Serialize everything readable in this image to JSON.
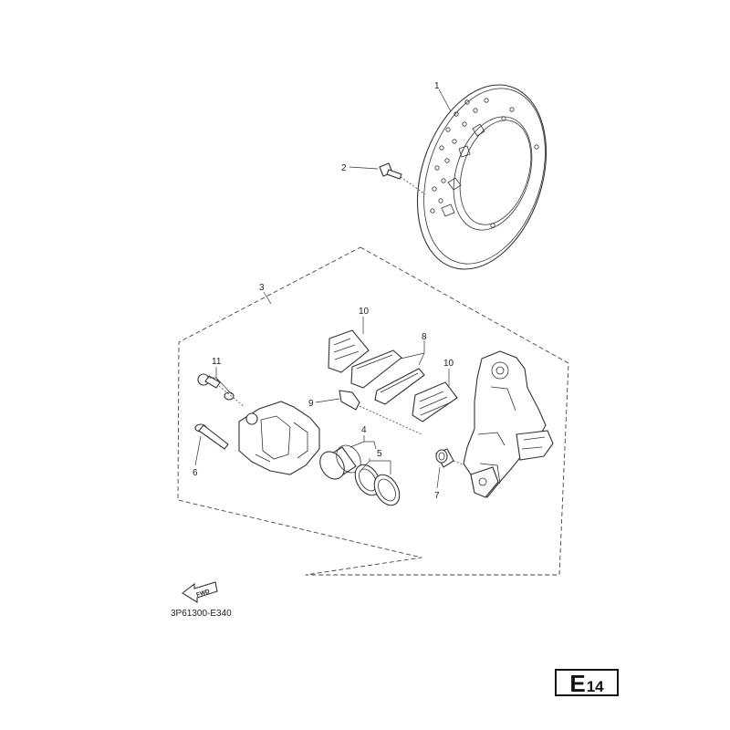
{
  "diagram": {
    "callouts": [
      {
        "id": "callout-1",
        "label": "1"
      },
      {
        "id": "callout-2",
        "label": "2"
      },
      {
        "id": "callout-3",
        "label": "3"
      },
      {
        "id": "callout-4",
        "label": "4"
      },
      {
        "id": "callout-5",
        "label": "5"
      },
      {
        "id": "callout-6",
        "label": "6"
      },
      {
        "id": "callout-7",
        "label": "7"
      },
      {
        "id": "callout-8",
        "label": "8"
      },
      {
        "id": "callout-9",
        "label": "9"
      },
      {
        "id": "callout-10a",
        "label": "10"
      },
      {
        "id": "callout-10b",
        "label": "10"
      },
      {
        "id": "callout-11",
        "label": "11"
      }
    ],
    "fwd_label": "FWD",
    "drawing_code": "3P61300-E340"
  },
  "page_badge": {
    "letter": "E",
    "number": "14"
  }
}
